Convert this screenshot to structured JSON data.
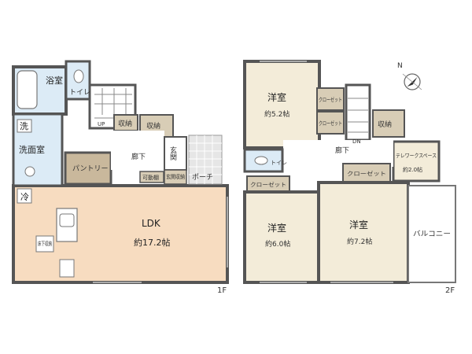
{
  "colors": {
    "wall": "#555555",
    "ldk_floor": "#f7dcc0",
    "bedroom_floor": "#f3ecd9",
    "wet_floor": "#dcebf6",
    "storage_floor": "#d8cdb6",
    "pantry_floor": "#c9b89c",
    "hall_floor": "#ffffff",
    "balcony_floor": "#ffffff",
    "porch_tile": "#d9d9d9"
  },
  "first_floor": {
    "floor_label": "1F",
    "bath": "浴室",
    "toilet": "トイレ",
    "wash_mark": "洗",
    "washroom": "洗面室",
    "up": "UP",
    "storage_a": "収納",
    "storage_b": "収納",
    "pantry": "パントリー",
    "hallway": "廊下",
    "entrance": "玄関",
    "movable_shelf": "可動棚",
    "entrance_storage": "玄関収納",
    "porch": "ポーチ",
    "fridge_mark": "冷",
    "underfloor_storage": "床下収納",
    "ldk_name": "LDK",
    "ldk_size": "約17.2帖"
  },
  "second_floor": {
    "floor_label": "2F",
    "room1_name": "洋室",
    "room1_size": "約5.2帖",
    "closet1": "クローゼット",
    "closet2": "クローゼット",
    "down": "DN",
    "storage": "収納",
    "hallway": "廊下",
    "toilet": "トイレ",
    "telework": "テレワークスペース",
    "telework_size": "約2.0帖",
    "closet3": "クローゼット",
    "closet4": "クローゼット",
    "room2_name": "洋室",
    "room2_size": "約6.0帖",
    "room3_name": "洋室",
    "room3_size": "約7.2帖",
    "balcony": "バルコニー"
  },
  "compass": {
    "north": "N",
    "icon": "compass-icon"
  }
}
